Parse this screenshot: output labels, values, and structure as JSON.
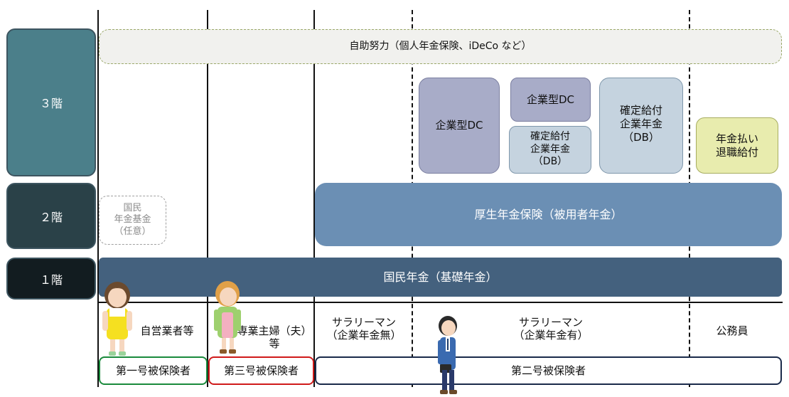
{
  "levels": {
    "level3": "３階",
    "level2": "２階",
    "level1": "１階"
  },
  "tier3": {
    "self_help": "自助努力（個人年金保険、iDeCo など）",
    "corp_dc_large": "企業型DC",
    "corp_dc_small": "企業型DC",
    "db_small": "確定給付\n企業年金\n（DB）",
    "db_large": "確定給付\n企業年金\n（DB）",
    "lump_sum": "年金払い\n退職給付"
  },
  "tier2": {
    "national_pension_fund": "国民\n年金基金\n（任意）",
    "employees_pension": "厚生年金保険（被用者年金）"
  },
  "tier1": {
    "basic_pension": "国民年金（基礎年金）"
  },
  "categories": {
    "self_employed": "自営業者等",
    "homemaker": "専業主婦（夫）\n等",
    "salaried_no_plan": "サラリーマン\n（企業年金無）",
    "salaried_with_plan": "サラリーマン\n（企業年金有）",
    "civil_servant": "公務員"
  },
  "insured": {
    "type1": "第一号被保険者",
    "type3": "第三号被保険者",
    "type2": "第二号被保険者"
  },
  "colors": {
    "level3": "#4b7f8a",
    "level2": "#2a4148",
    "level1": "#121c20",
    "employees_pension": "#6b8fb4",
    "basic_pension": "#44617e",
    "corp_dc": "#a8acc8",
    "db": "#c5d3df",
    "lump_sum": "#e8ecae",
    "type1_border": "#1a8a3c",
    "type3_border": "#d01a1a",
    "type2_border": "#1a2a4a"
  }
}
